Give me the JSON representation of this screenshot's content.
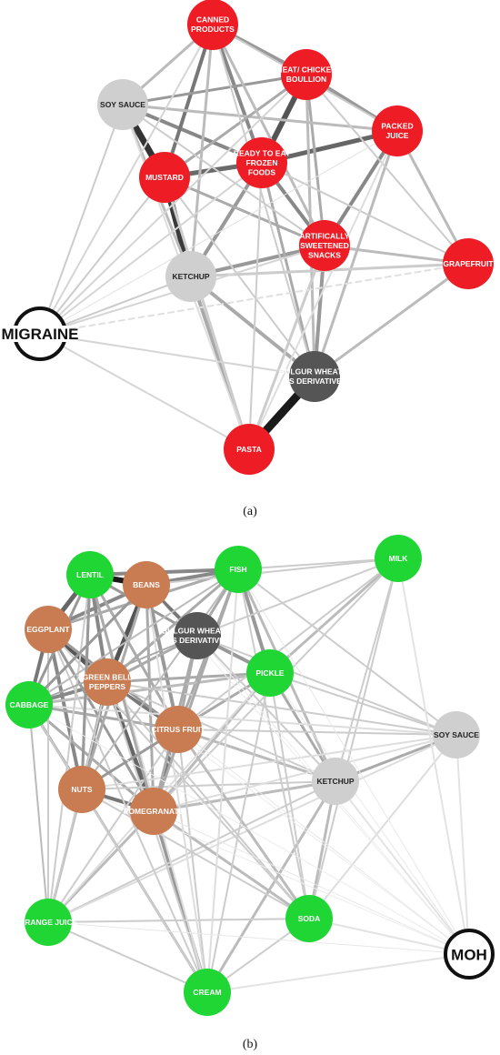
{
  "panels": [
    {
      "caption": "(a)",
      "nodes": [
        {
          "id": "canned",
          "label": [
            "CANNED",
            "PRODUCTS"
          ],
          "color": "#ee1c24"
        },
        {
          "id": "meat",
          "label": [
            "MEAT/ CHICKED",
            "BOULLION"
          ],
          "color": "#ee1c24"
        },
        {
          "id": "soy",
          "label": [
            "SOY SAUCE"
          ],
          "color": "#cfcfcf"
        },
        {
          "id": "packed",
          "label": [
            "PACKED",
            "JUICE"
          ],
          "color": "#ee1c24"
        },
        {
          "id": "ready",
          "label": [
            "READY TO EAT",
            "FROZEN",
            "FOODS"
          ],
          "color": "#ee1c24"
        },
        {
          "id": "mustard",
          "label": [
            "MUSTARD"
          ],
          "color": "#ee1c24"
        },
        {
          "id": "artif",
          "label": [
            "ARTIFICALLY",
            "SWEETENED",
            "SNACKS"
          ],
          "color": "#ee1c24"
        },
        {
          "id": "grapefruit",
          "label": [
            "GRAPEFRUIT"
          ],
          "color": "#ee1c24"
        },
        {
          "id": "ketchup",
          "label": [
            "KETCHUP"
          ],
          "color": "#cfcfcf"
        },
        {
          "id": "migraine",
          "label": [
            "MIGRAINE"
          ],
          "color": "#ffffff",
          "ring": true
        },
        {
          "id": "bulgur",
          "label": [
            "BULGUR WHEAT &",
            "ITS DERIVATIVES"
          ],
          "color": "#555555"
        },
        {
          "id": "pasta",
          "label": [
            "PASTA"
          ],
          "color": "#ee1c24"
        }
      ]
    },
    {
      "caption": "(b)",
      "nodes": [
        {
          "id": "lentil",
          "label": [
            "LENTIL"
          ],
          "color": "#1fd634"
        },
        {
          "id": "beans",
          "label": [
            "BEANS"
          ],
          "color": "#c97b52"
        },
        {
          "id": "fish",
          "label": [
            "FISH"
          ],
          "color": "#1fd634"
        },
        {
          "id": "milk",
          "label": [
            "MILK"
          ],
          "color": "#1fd634"
        },
        {
          "id": "eggplant",
          "label": [
            "EGGPLANT"
          ],
          "color": "#c97b52"
        },
        {
          "id": "bulgur",
          "label": [
            "BULGUR WHEAT &",
            "ITS DERIVATIVES"
          ],
          "color": "#555555"
        },
        {
          "id": "pickle",
          "label": [
            "PICKLE"
          ],
          "color": "#1fd634"
        },
        {
          "id": "greenbell",
          "label": [
            "GREEN BELL",
            "PEPPERS"
          ],
          "color": "#c97b52"
        },
        {
          "id": "cabbage",
          "label": [
            "CABBAGE"
          ],
          "color": "#1fd634"
        },
        {
          "id": "citrus",
          "label": [
            "CITRUS FRUIT"
          ],
          "color": "#c97b52"
        },
        {
          "id": "soy",
          "label": [
            "SOY SAUCE"
          ],
          "color": "#cfcfcf"
        },
        {
          "id": "ketchup",
          "label": [
            "KETCHUP"
          ],
          "color": "#cfcfcf"
        },
        {
          "id": "nuts",
          "label": [
            "NUTS"
          ],
          "color": "#c97b52"
        },
        {
          "id": "pomegranate",
          "label": [
            "POMEGRANATE"
          ],
          "color": "#c97b52"
        },
        {
          "id": "orangejuice",
          "label": [
            "ORANGE JUICE"
          ],
          "color": "#1fd634"
        },
        {
          "id": "soda",
          "label": [
            "SODA"
          ],
          "color": "#1fd634"
        },
        {
          "id": "moh",
          "label": [
            "MOH"
          ],
          "color": "#ffffff",
          "ring": true
        },
        {
          "id": "cream",
          "label": [
            "CREAM"
          ],
          "color": "#1fd634"
        }
      ]
    }
  ]
}
